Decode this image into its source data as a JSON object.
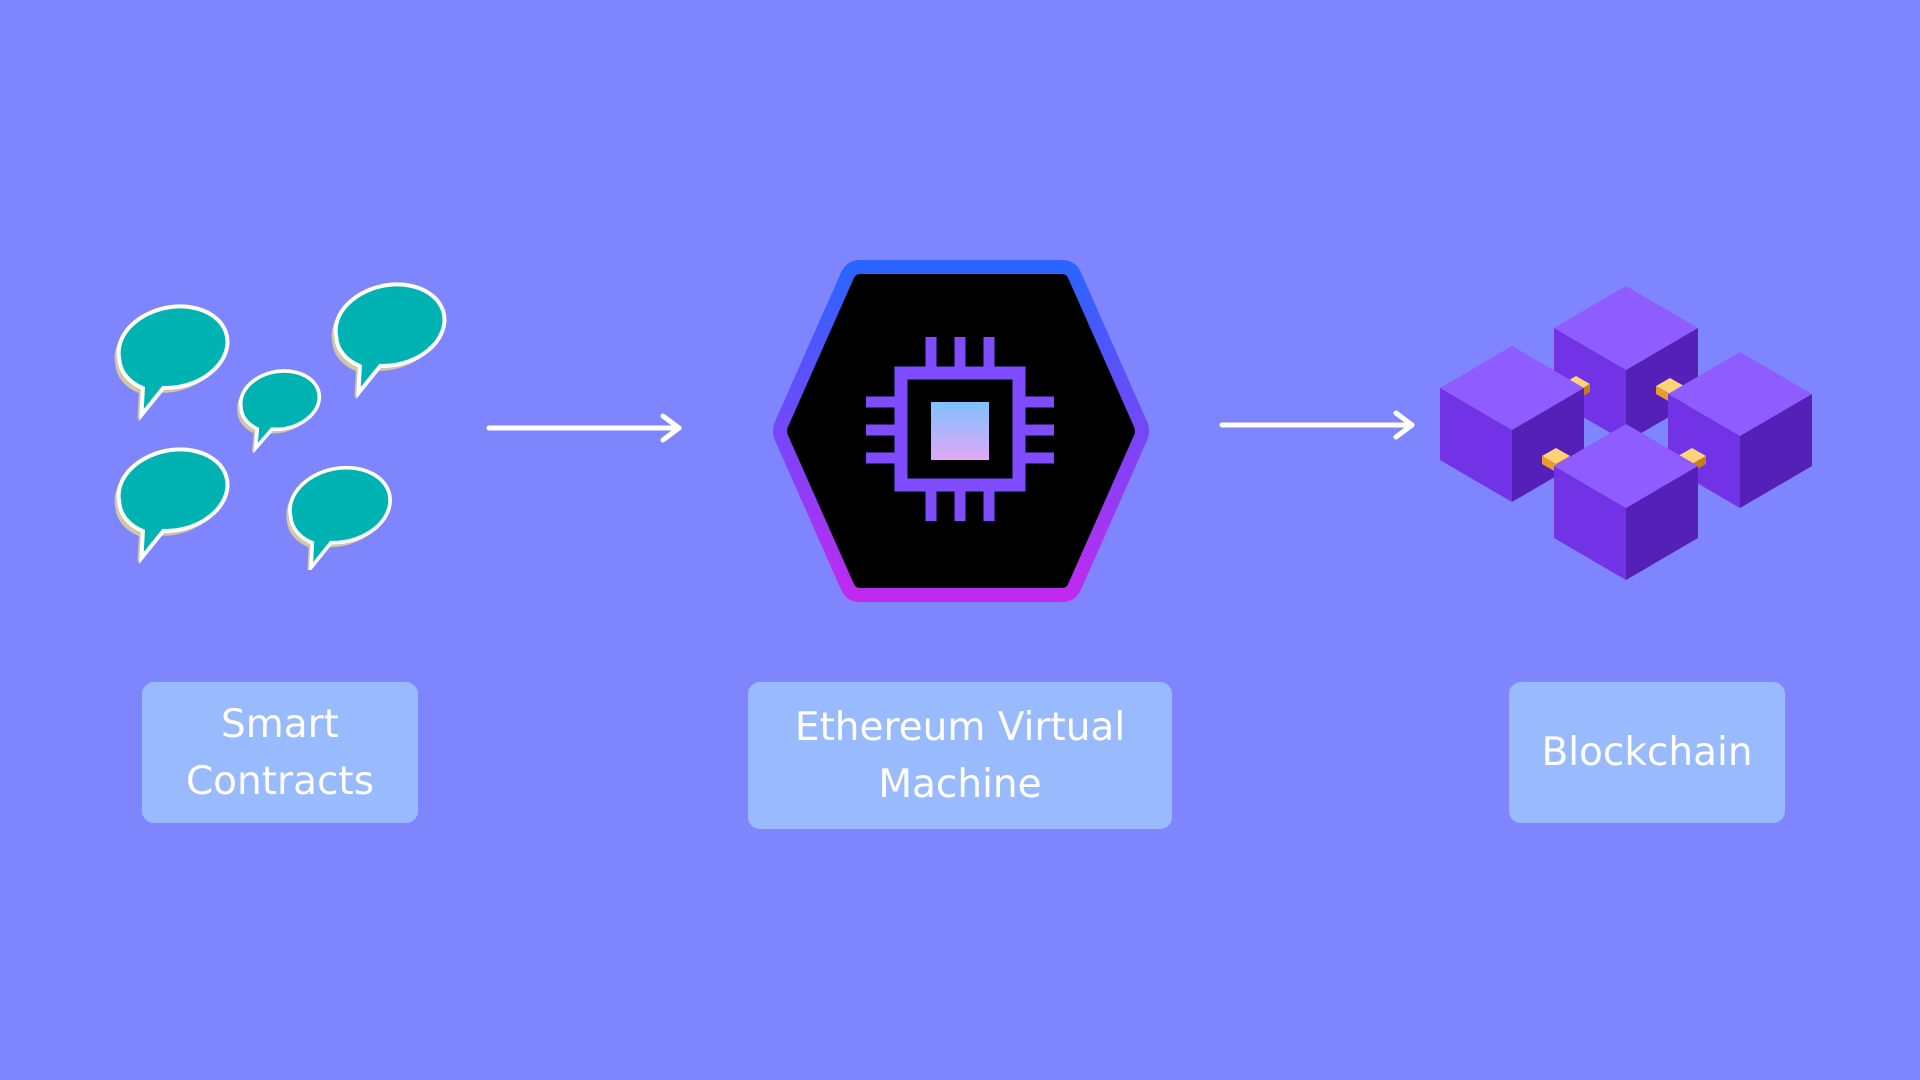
{
  "nodes": [
    {
      "label": "Smart Contracts",
      "icon": "speech-bubbles-icon"
    },
    {
      "label": "Ethereum Virtual Machine",
      "icon": "cpu-chip-hexagon-icon"
    },
    {
      "label": "Blockchain",
      "icon": "cube-blocks-icon"
    }
  ],
  "edges": [
    {
      "from": "Smart Contracts",
      "to": "Ethereum Virtual Machine"
    },
    {
      "from": "Ethereum Virtual Machine",
      "to": "Blockchain"
    }
  ],
  "colors": {
    "background": "#7f85fd",
    "label_box": "#9abafe",
    "label_text": "#ffffff",
    "bubble_fill": "#00b3b3",
    "hexagon_fill": "#000000",
    "chip_stroke": "#7f4cff",
    "cube_top": "#8e5cff",
    "cube_left": "#7232e6",
    "cube_right": "#5520b8",
    "connector": "#f2b34a"
  }
}
